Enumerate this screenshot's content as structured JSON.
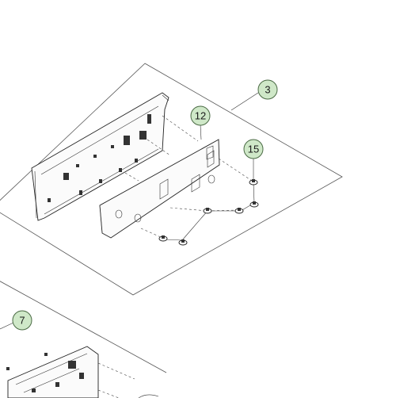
{
  "callouts": {
    "c3": "3",
    "c12": "12",
    "c15": "15",
    "c7": "7"
  }
}
